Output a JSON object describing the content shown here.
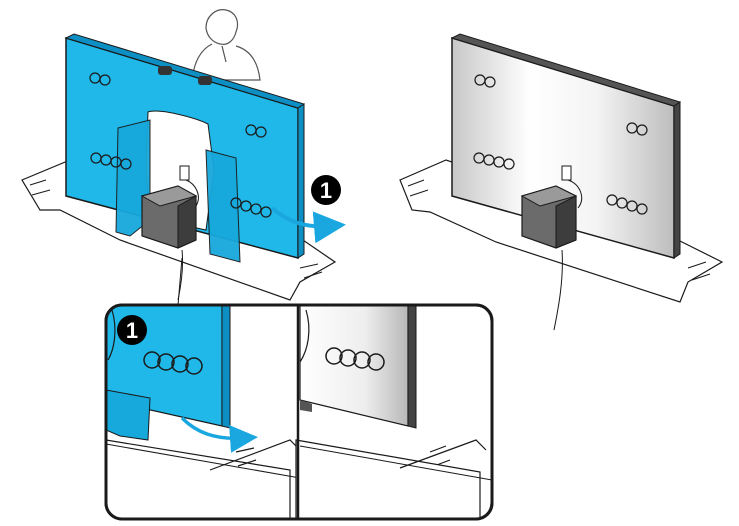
{
  "step_badges": {
    "main": "1",
    "inset": "1"
  },
  "colors": {
    "film_blue": "#1fb8e8",
    "film_blue_dark": "#0a8cc4",
    "outline": "#1a1a1a",
    "panel_gray": "#d9d9d9",
    "arrow_blue": "#1aa7e0",
    "badge_fill": "#000000"
  },
  "icons": {
    "badge": "step-number-badge",
    "arrow": "curved-arrow-right",
    "person": "person-outline"
  }
}
